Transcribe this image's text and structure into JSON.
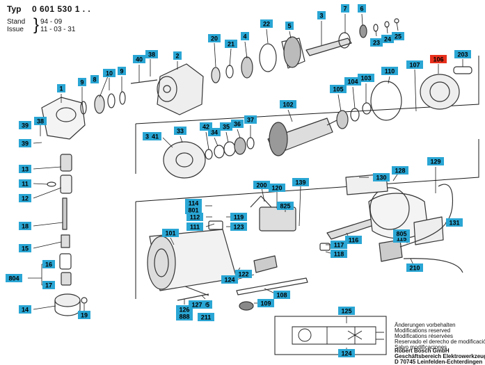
{
  "header": {
    "typ_label": "Typ",
    "typ_value": "0 601 530 1 . .",
    "stand_label": "Stand",
    "issue_label": "Issue",
    "stand_value": "94 - 09",
    "issue_value": "11 - 03 - 31"
  },
  "callouts": [
    "1",
    "2",
    "3",
    "4",
    "5",
    "6",
    "7",
    "8",
    "9",
    "9",
    "10",
    "11",
    "12",
    "13",
    "14",
    "15",
    "16",
    "17",
    "18",
    "19",
    "20",
    "21",
    "22",
    "23",
    "24",
    "25",
    "32",
    "33",
    "34",
    "35",
    "36",
    "37",
    "38",
    "38",
    "39",
    "39",
    "40",
    "41",
    "42",
    "95",
    "101",
    "102",
    "103",
    "104",
    "105",
    "106",
    "107",
    "108",
    "109",
    "110",
    "111",
    "112",
    "114",
    "115",
    "116",
    "117",
    "118",
    "119",
    "120",
    "122",
    "123",
    "124",
    "124",
    "125",
    "126",
    "127",
    "128",
    "129",
    "130",
    "131",
    "139",
    "200",
    "203",
    "210",
    "211",
    "801",
    "804",
    "805",
    "825",
    "888"
  ],
  "highlighted_callout": "106",
  "colors": {
    "callout_fill": "#2aa6d4",
    "callout_text": "#000000",
    "highlight_fill": "#e8301c",
    "line": "#1a1a1a",
    "drawing": "#333333"
  },
  "footer": {
    "lines": [
      "Änderungen vorbehalten",
      "Modifications reserved",
      "Modifications réservées",
      "Reservado el derecho de modificación",
      "Salvo modificaciones"
    ],
    "company": [
      "Robert Bosch GmbH",
      "Geschäftsbereich Elektrowerkzeuge",
      "D 70745 Leinfelden-Echterdingen"
    ]
  }
}
